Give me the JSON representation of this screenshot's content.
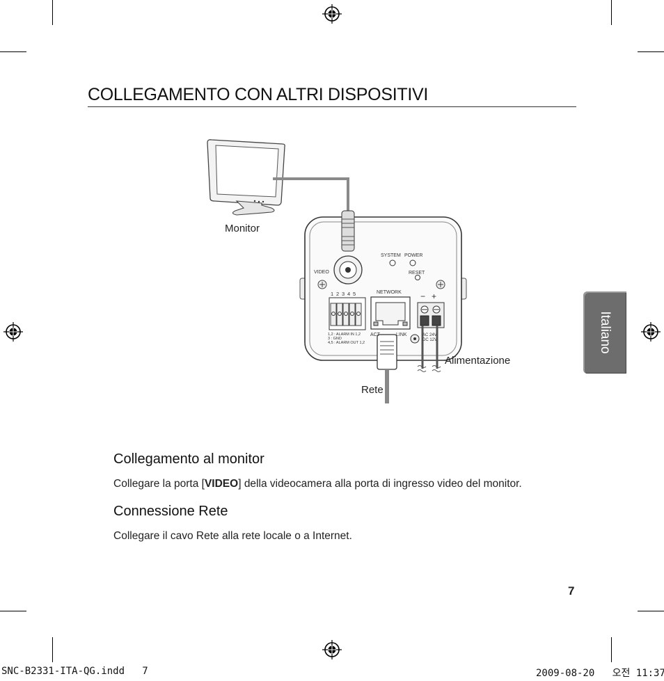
{
  "heading": "COLLEGAMENTO CON ALTRI DISPOSITIVI",
  "diagram": {
    "label_monitor": "Monitor",
    "label_network": "Rete",
    "label_power": "Alimentazione",
    "panel": {
      "video": "VIDEO",
      "system": "SYSTEM",
      "power": "POWER",
      "reset": "RESET",
      "network": "NETWORK",
      "terminal_numbers": [
        "1",
        "2",
        "3",
        "4",
        "5"
      ],
      "legend_line1": "1,2 : ALARM IN 1,2",
      "legend_line2": "3     : GND",
      "legend_line3": "4,5 : ALARM OUT 1,2",
      "act": "ACT",
      "link": "LINK",
      "minus": "−",
      "plus": "+",
      "ac": "AC 24V",
      "dc": "DC 12V"
    }
  },
  "section1": {
    "title": "Collegamento al monitor",
    "text_before": "Collegare la porta [",
    "text_bold": "VIDEO",
    "text_after": "] della videocamera alla porta di ingresso video del monitor."
  },
  "section2": {
    "title": "Connessione Rete",
    "text": "Collegare il cavo Rete alla rete locale o a Internet."
  },
  "language_tab": "Italiano",
  "page_number": "7",
  "footer": {
    "file": "SNC-B2331-ITA-QG.indd   7",
    "datetime": "2009-08-20   오전 11:37:"
  }
}
